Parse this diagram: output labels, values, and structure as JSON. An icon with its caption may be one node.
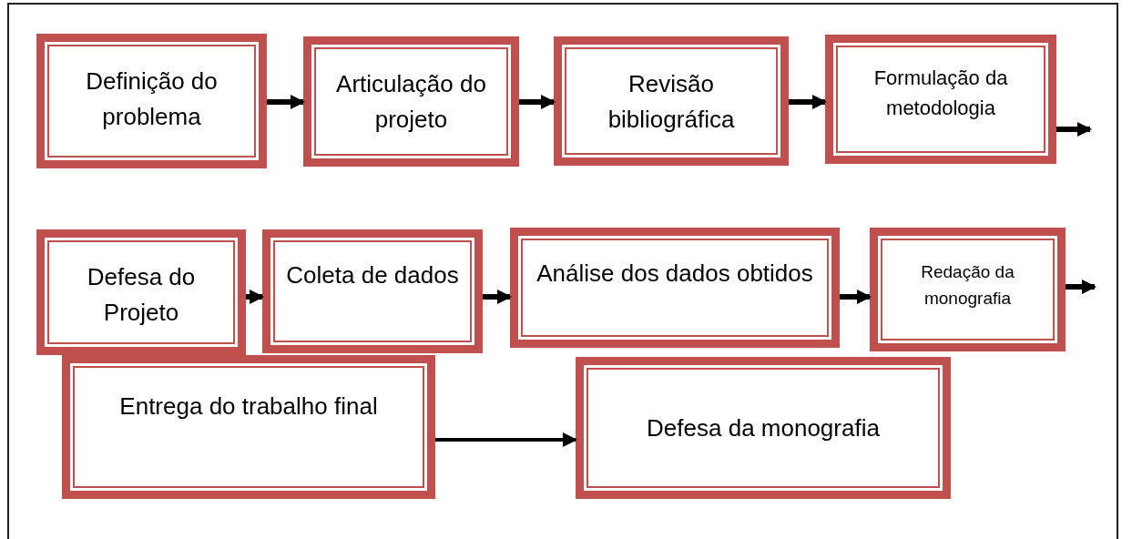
{
  "diagram": {
    "nodes": [
      {
        "text": [
          "Definição do problema"
        ]
      },
      {
        "text": [
          "Articulação do projeto"
        ]
      },
      {
        "text": [
          "Revisão bibliográfica"
        ]
      },
      {
        "text": [
          "Formulação da metodologia"
        ]
      },
      {
        "text": [
          "Defesa do Projeto"
        ]
      },
      {
        "text": [
          "Coleta de dados"
        ]
      },
      {
        "text": [
          "Análise dos dados obtidos"
        ]
      },
      {
        "text": [
          "Redação da monografia"
        ]
      },
      {
        "text": [
          "Entrega do trabalho final"
        ]
      },
      {
        "text": [
          "Defesa da monografia"
        ]
      }
    ],
    "edges": [
      {
        "from": 0,
        "to": 1,
        "arrow": "to"
      },
      {
        "from": 1,
        "to": 2,
        "arrow": "to"
      },
      {
        "from": 2,
        "to": 3,
        "arrow": "to"
      },
      {
        "from": 3,
        "to": null,
        "arrow": "to"
      },
      {
        "from": 4,
        "to": 5,
        "arrow": "to"
      },
      {
        "from": 5,
        "to": 6,
        "arrow": "to"
      },
      {
        "from": 6,
        "to": 7,
        "arrow": "to"
      },
      {
        "from": 7,
        "to": null,
        "arrow": "to"
      },
      {
        "from": 8,
        "to": 9,
        "arrow": "to"
      }
    ]
  }
}
